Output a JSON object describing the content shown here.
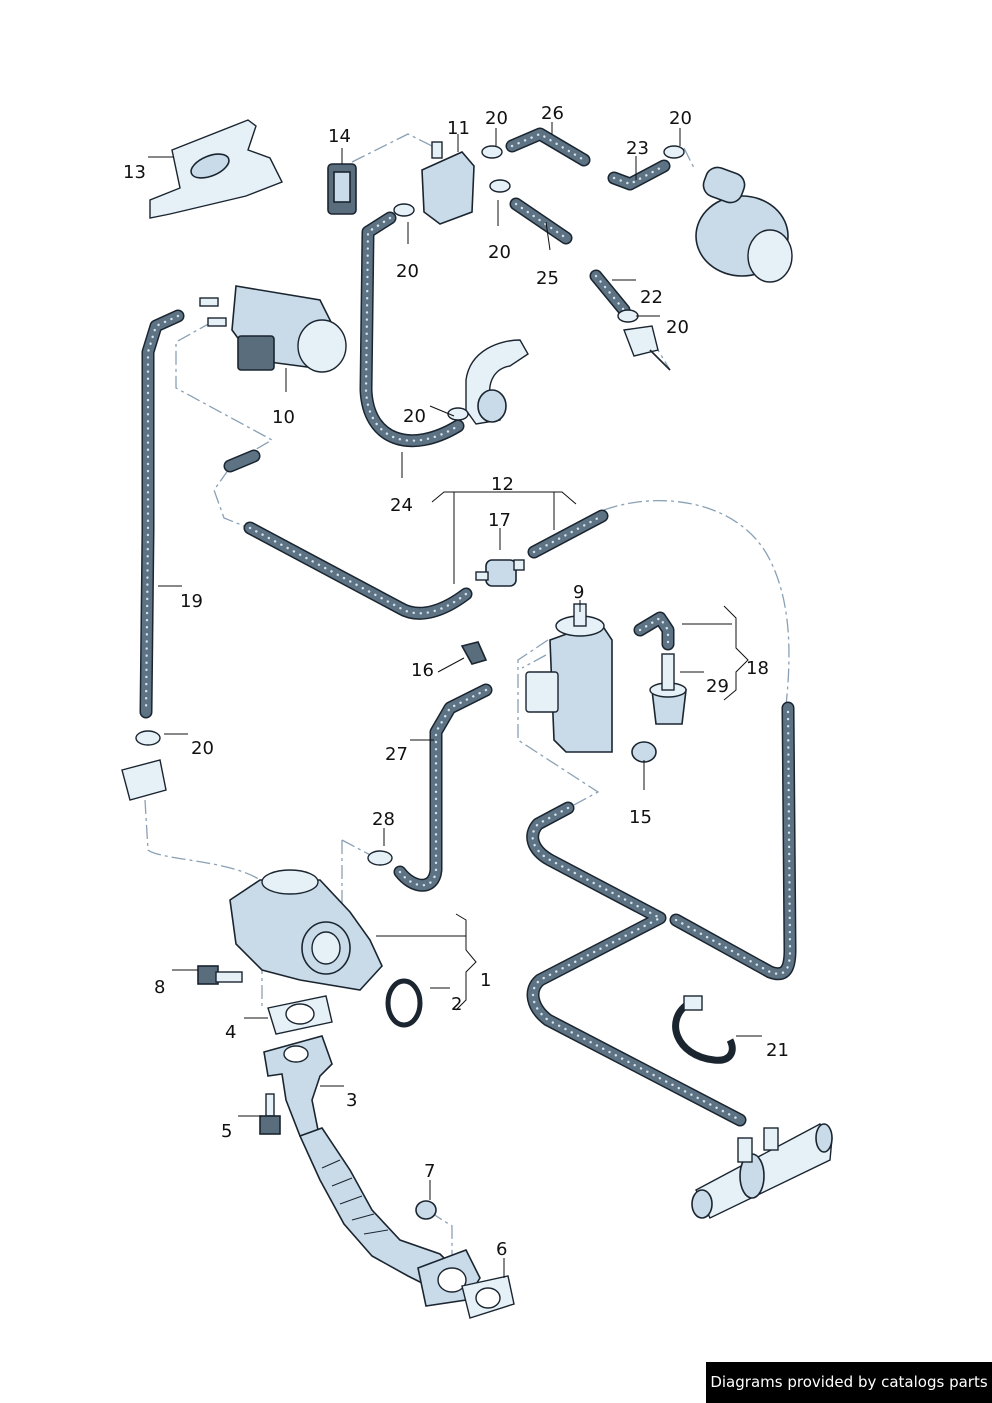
{
  "diagram": {
    "labels": [
      "1",
      "2",
      "3",
      "4",
      "5",
      "6",
      "7",
      "8",
      "9",
      "10",
      "11",
      "12",
      "13",
      "14",
      "15",
      "16",
      "17",
      "18",
      "19",
      "20",
      "21",
      "22",
      "23",
      "24",
      "25",
      "26",
      "27",
      "28",
      "29"
    ]
  },
  "credit": {
    "text": "Diagrams provided by catalogs parts"
  },
  "colors": {
    "hose": "#5d7384",
    "part": "#c9dbe8",
    "outline": "#1a2530",
    "dash": "#8aa0b4"
  }
}
